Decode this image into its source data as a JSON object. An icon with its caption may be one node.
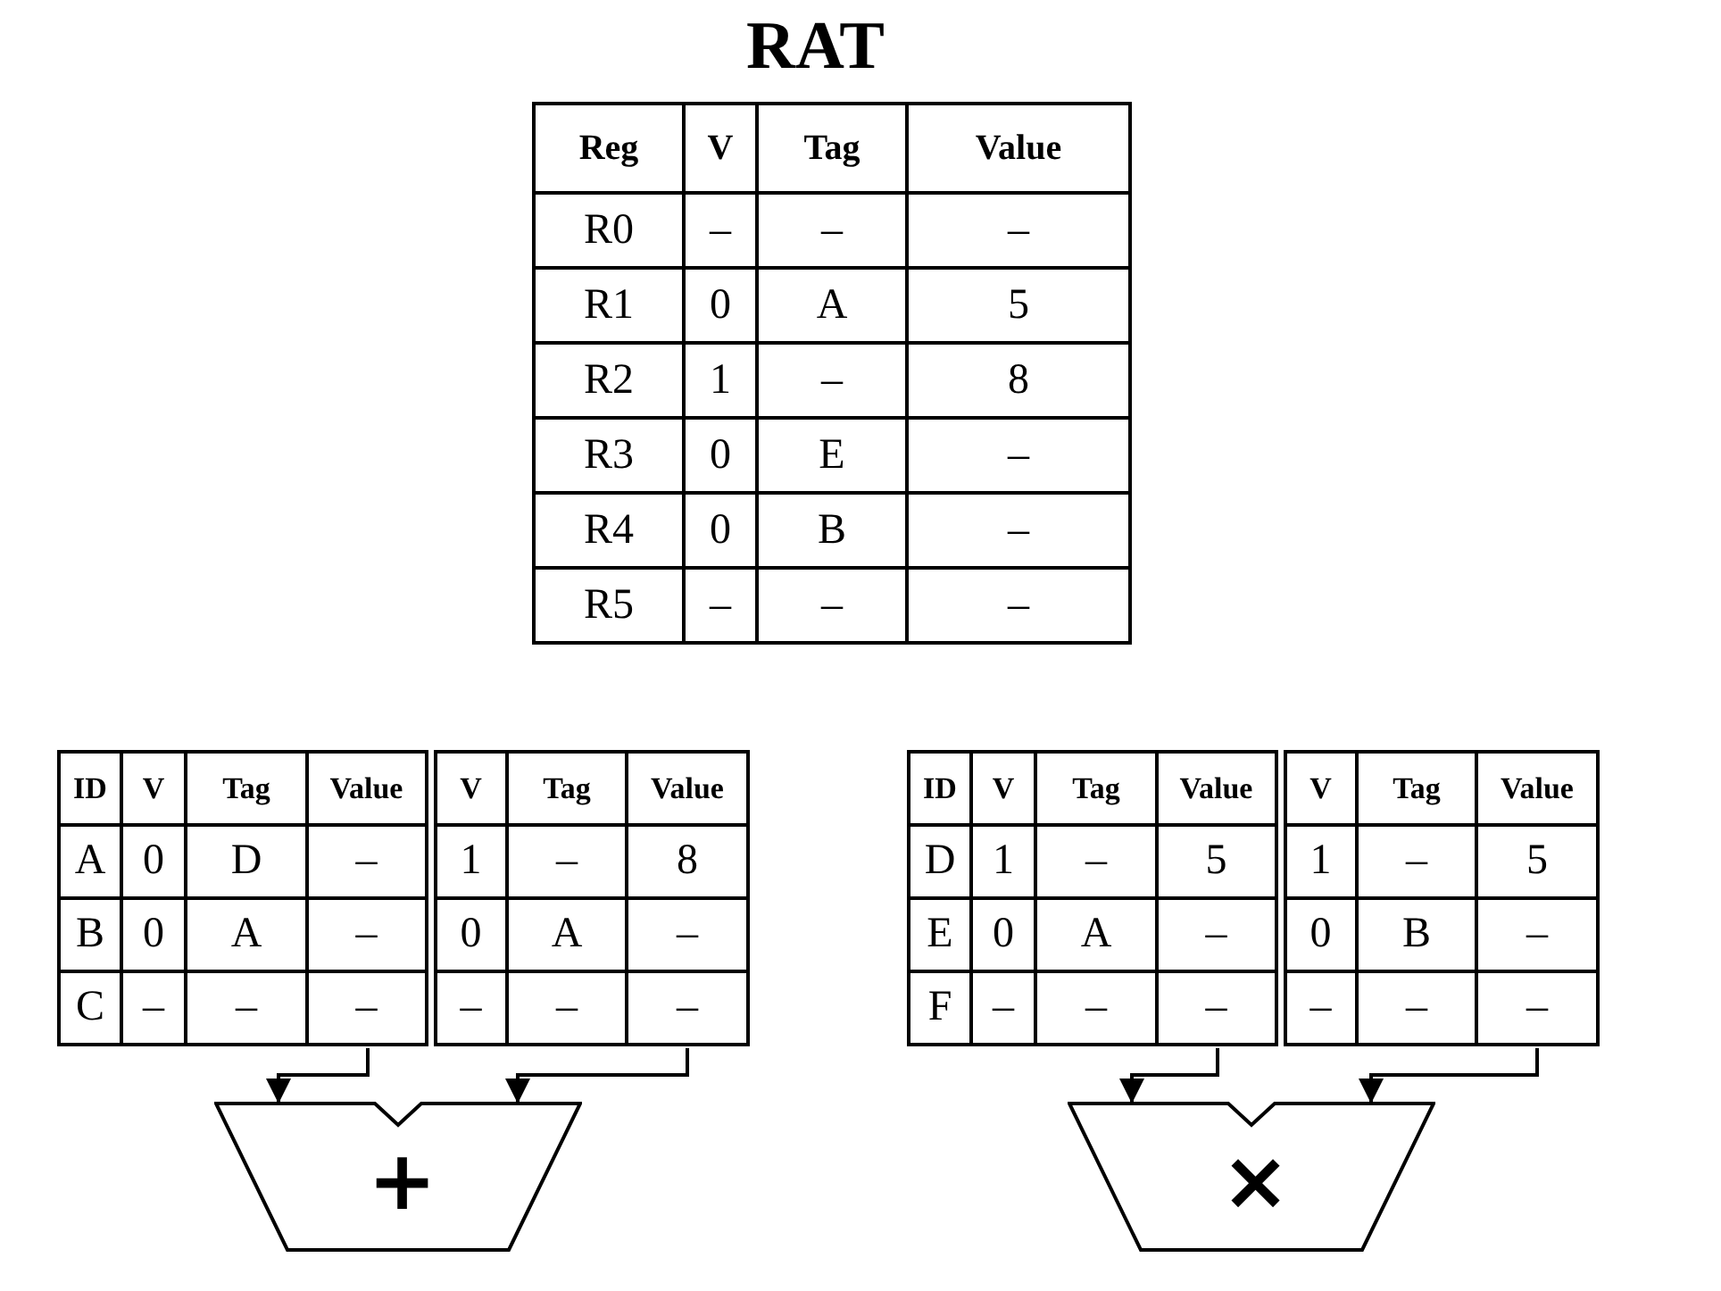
{
  "diagram": {
    "title": "RAT",
    "nodes": [
      {
        "text": [
          "ID",
          "V",
          "Tag",
          "Value",
          "V",
          "Tag",
          "Value",
          "A",
          "0",
          "D",
          "–",
          "1",
          "–",
          "8",
          "B",
          "0",
          "A",
          "–",
          "0",
          "A",
          "–",
          "C",
          "–",
          "–",
          "–",
          "–",
          "–",
          "–"
        ]
      },
      {
        "text": [
          "+"
        ]
      },
      {
        "text": [
          "ID",
          "V",
          "Tag",
          "Value",
          "V",
          "Tag",
          "Value",
          "D",
          "1",
          "–",
          "5",
          "1",
          "–",
          "5",
          "E",
          "0",
          "A",
          "–",
          "0",
          "B",
          "–",
          "F",
          "–",
          "–",
          "–",
          "–",
          "–",
          "–"
        ]
      },
      {
        "text": [
          "×"
        ]
      }
    ],
    "edges": [
      {
        "from": 0,
        "to": 1,
        "arrow": "to"
      },
      {
        "from": 0,
        "to": 1,
        "arrow": "to"
      },
      {
        "from": 2,
        "to": 3,
        "arrow": "to"
      },
      {
        "from": 2,
        "to": 3,
        "arrow": "to"
      }
    ],
    "labels": [
      "Reg",
      "V",
      "Tag",
      "Value",
      "R0",
      "–",
      "–",
      "–",
      "R1",
      "0",
      "A",
      "5",
      "R2",
      "1",
      "–",
      "8",
      "R3",
      "0",
      "E",
      "–",
      "R4",
      "0",
      "B",
      "–",
      "R5",
      "–",
      "–",
      "–"
    ]
  }
}
